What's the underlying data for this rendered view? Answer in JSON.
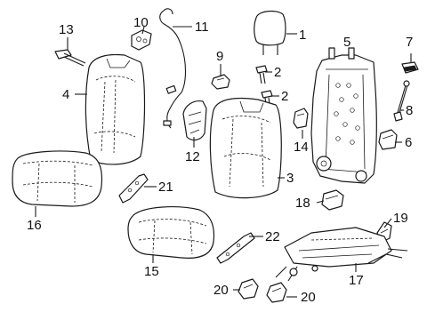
{
  "callouts": {
    "c1": "1",
    "c2a": "2",
    "c2b": "2",
    "c3": "3",
    "c4": "4",
    "c5": "5",
    "c6": "6",
    "c7": "7",
    "c8": "8",
    "c9": "9",
    "c10": "10",
    "c11": "11",
    "c12": "12",
    "c13": "13",
    "c14": "14",
    "c15": "15",
    "c16": "16",
    "c17": "17",
    "c18": "18",
    "c19": "19",
    "c20a": "20",
    "c20b": "20",
    "c21": "21",
    "c22": "22"
  }
}
